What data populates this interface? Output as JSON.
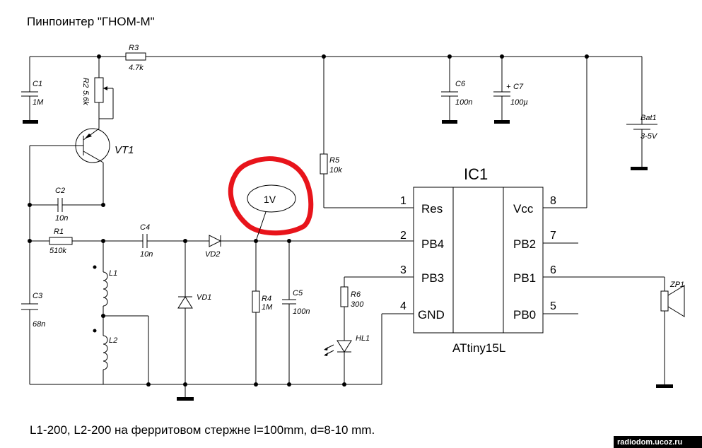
{
  "title": "Пинпоинтер \"ГНОМ-М\"",
  "note": "L1-200, L2-200  на ферритовом стержне l=100mm, d=8-10 mm.",
  "watermark": "radiodom.ucoz.ru",
  "highlight": {
    "text": "1V",
    "color": "#e8141b"
  },
  "ic": {
    "ref": "IC1",
    "part": "ATtiny15L",
    "pins": [
      {
        "num": "1",
        "name": "Res"
      },
      {
        "num": "2",
        "name": "PB4"
      },
      {
        "num": "3",
        "name": "PB3"
      },
      {
        "num": "4",
        "name": "GND"
      },
      {
        "num": "8",
        "name": "Vcc"
      },
      {
        "num": "7",
        "name": "PB2"
      },
      {
        "num": "6",
        "name": "PB1"
      },
      {
        "num": "5",
        "name": "PB0"
      }
    ]
  },
  "parts": {
    "c1": {
      "ref": "C1",
      "value": "1M"
    },
    "r3": {
      "ref": "R3",
      "value": "4.7k"
    },
    "r2": {
      "ref": "R2",
      "value": "5.6k"
    },
    "vt1": {
      "ref": "VT1"
    },
    "c2": {
      "ref": "C2",
      "value": "10n"
    },
    "r1": {
      "ref": "R1",
      "value": "510k"
    },
    "c3": {
      "ref": "C3",
      "value": "68n"
    },
    "c4": {
      "ref": "C4",
      "value": "10n"
    },
    "l1": {
      "ref": "L1"
    },
    "l2": {
      "ref": "L2"
    },
    "vd2": {
      "ref": "VD2"
    },
    "vd1": {
      "ref": "VD1"
    },
    "r4": {
      "ref": "R4",
      "value": "1M"
    },
    "c5": {
      "ref": "C5",
      "value": "100n"
    },
    "r5": {
      "ref": "R5",
      "value": "10k"
    },
    "r6": {
      "ref": "R6",
      "value": "300"
    },
    "hl1": {
      "ref": "HL1"
    },
    "c6": {
      "ref": "C6",
      "value": "100n"
    },
    "c7": {
      "ref": "C7",
      "value": "100µ"
    },
    "bat1": {
      "ref": "Bat1",
      "value": "3-5V"
    },
    "zp1": {
      "ref": "ZP1"
    }
  }
}
